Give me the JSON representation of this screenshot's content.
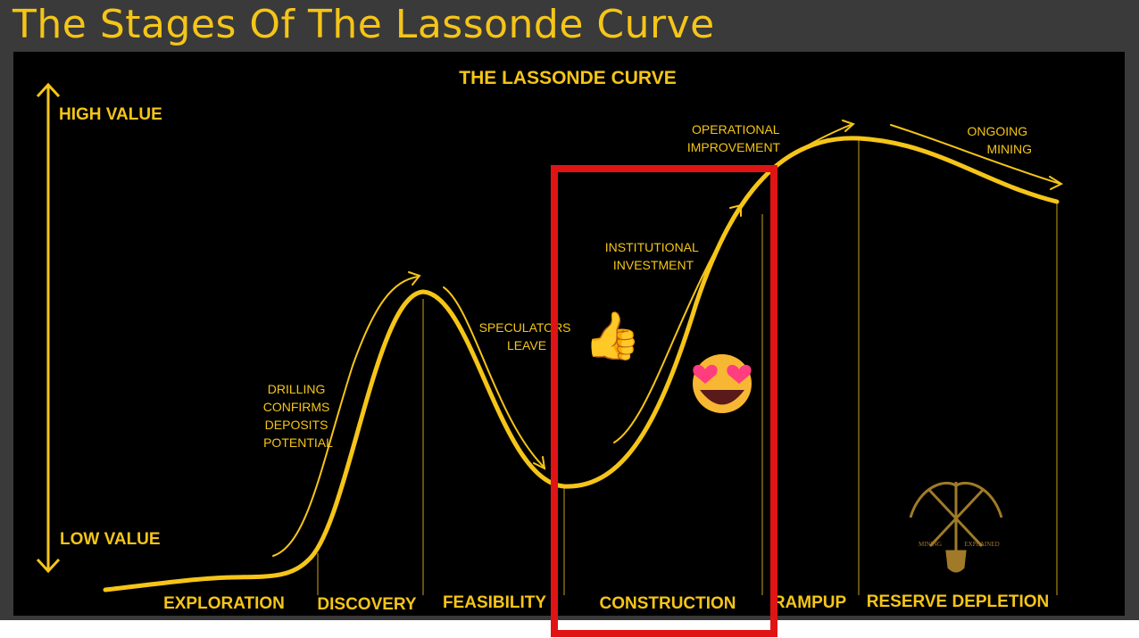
{
  "slide_title": "The Stages Of The Lassonde Curve",
  "diagram": {
    "title": "THE LASSONDE CURVE",
    "y_axis": {
      "high": "HIGH VALUE",
      "low": "LOW VALUE"
    },
    "stages": [
      "EXPLORATION",
      "DISCOVERY",
      "FEASIBILITY",
      "CONSTRUCTION",
      "RAMPUP",
      "RESERVE DEPLETION"
    ],
    "annotations": {
      "drilling": [
        "DRILLING",
        "CONFIRMS",
        "DEPOSITS",
        "POTENTIAL"
      ],
      "speculators": [
        "SPECULATORS",
        "LEAVE"
      ],
      "institutional": [
        "INSTITUTIONAL",
        "INVESTMENT"
      ],
      "operational": [
        "OPERATIONAL",
        "IMPROVEMENT"
      ],
      "ongoing": [
        "ONGOING",
        "MINING"
      ]
    },
    "logo": {
      "left_text": "MINING",
      "right_text": "EXPLAINED"
    },
    "emojis": {
      "thumbs": "👍",
      "heart_eyes": "😍"
    },
    "colors": {
      "curve": "#f5c518",
      "highlight": "#e01414",
      "background": "#000000"
    }
  }
}
